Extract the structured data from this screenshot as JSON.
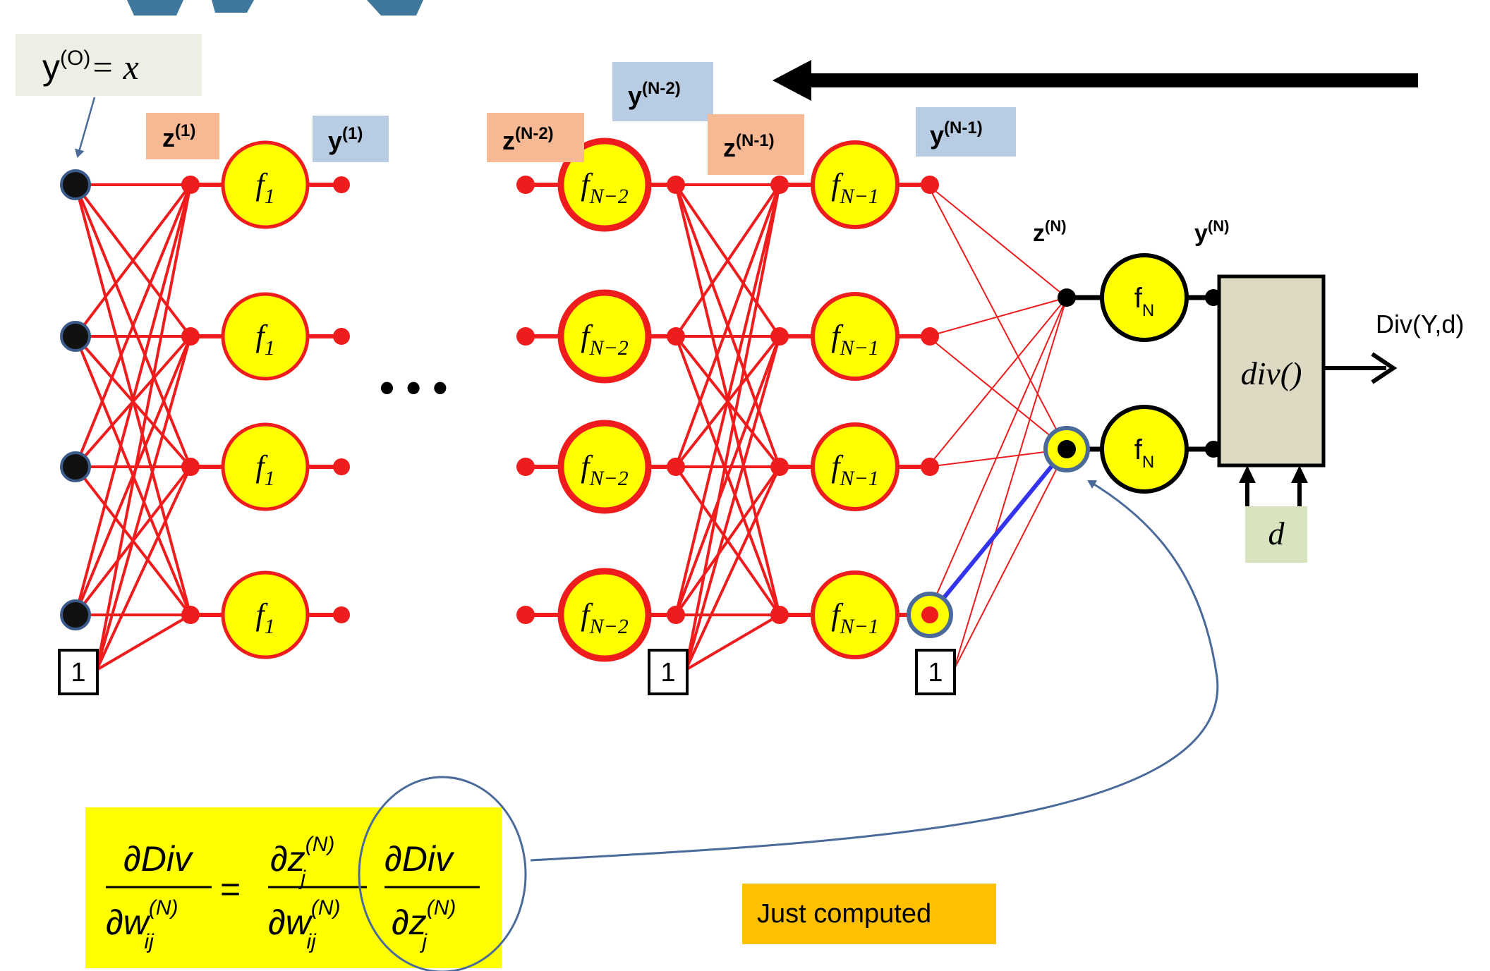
{
  "input_label": {
    "base": "y",
    "sup": "(O)",
    "rhs": "= x"
  },
  "bias_label": "1",
  "ellipsis": "• • •",
  "layer_labels": {
    "z1": {
      "base": "z",
      "sup": "(1)"
    },
    "y1": {
      "base": "y",
      "sup": "(1)"
    },
    "zN2": {
      "base": "z",
      "sup": "(N-2)"
    },
    "yN2": {
      "base": "y",
      "sup": "(N-2)"
    },
    "zN1": {
      "base": "z",
      "sup": "(N-1)"
    },
    "yN1": {
      "base": "y",
      "sup": "(N-1)"
    },
    "zN": {
      "base": "z",
      "sup": "(N)"
    },
    "yN": {
      "base": "y",
      "sup": "(N)"
    }
  },
  "neurons": {
    "f1": {
      "base": "f",
      "sub": "1"
    },
    "fN2": {
      "base": "f",
      "sub": "N−2"
    },
    "fN1": {
      "base": "f",
      "sub": "N−1"
    },
    "fN": {
      "base": "f",
      "sub": "N"
    }
  },
  "div_box": {
    "label": "div()",
    "target": "d",
    "output": "Div(Y,d)"
  },
  "equation": {
    "lhs_num": "∂Div",
    "lhs_den_base": "∂w",
    "lhs_den_sup": "(N)",
    "lhs_den_sub": "ij",
    "equals": "=",
    "r1_num_base": "∂z",
    "r1_num_sup": "(N)",
    "r1_num_sub": "j",
    "r1_den_base": "∂w",
    "r1_den_sup": "(N)",
    "r1_den_sub": "ij",
    "r2_num": "∂Div",
    "r2_den_base": "∂z",
    "r2_den_sup": "(N)",
    "r2_den_sub": "j"
  },
  "note": "Just computed",
  "colors": {
    "edge": "#ee1c1c",
    "neuron_fill": "#ffff00",
    "highlight_edge": "#3333ee",
    "annotation": "#4a6a9a",
    "z_label_bg": "#f6b994",
    "y_label_bg": "#b8cce4",
    "input_label_bg": "#eeeee4",
    "div_fill": "#ddd9c3",
    "target_bg": "#d7e4bd",
    "equation_bg": "#ffff00",
    "note_bg": "#ffc000",
    "title": "#1f5f8b"
  }
}
